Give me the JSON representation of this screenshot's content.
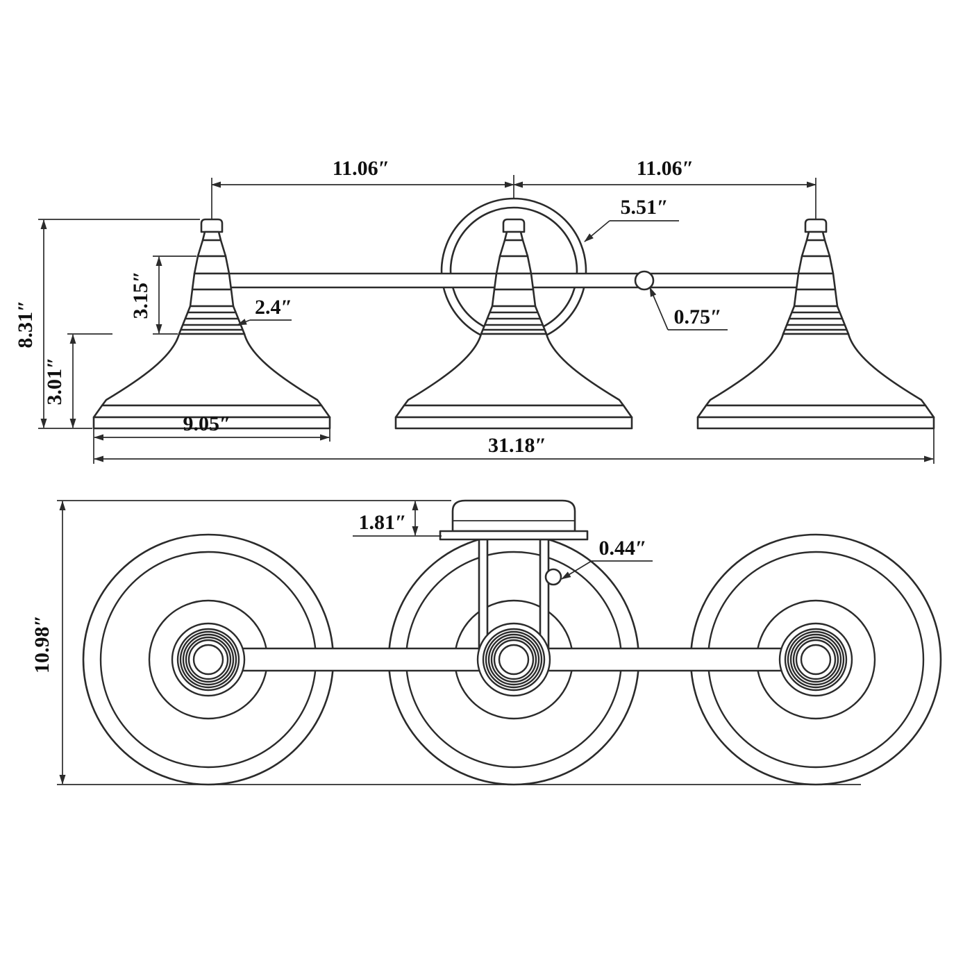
{
  "drawing": {
    "kind": "technical-dimension-drawing",
    "subject": "3-light vanity fixture, front elevation and bottom plan views",
    "units": "inches",
    "line_color": "#2b2b2b",
    "text_color": "#101010",
    "background": "#ffffff"
  },
  "front_view": {
    "labels": {
      "spacing_left": "11.06″",
      "spacing_right": "11.06″",
      "backplate_diameter": "5.51″",
      "overall_height": "8.31″",
      "neck_height": "3.15″",
      "neck_width": "2.4″",
      "arm_diameter": "0.75″",
      "shade_height": "3.01″",
      "shade_diameter": "9.05″",
      "overall_width": "31.18″"
    }
  },
  "bottom_view": {
    "labels": {
      "canopy_depth": "1.81″",
      "rod_diameter": "0.44″",
      "overall_depth": "10.98″"
    }
  }
}
